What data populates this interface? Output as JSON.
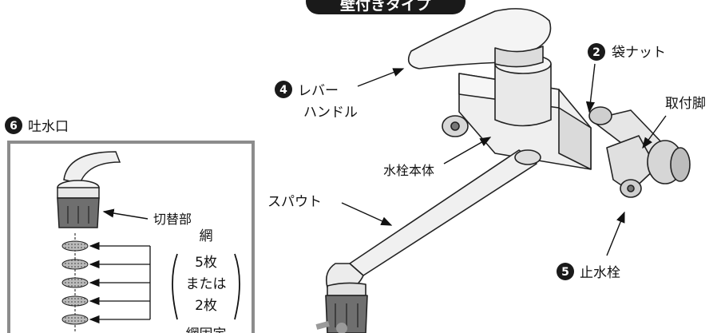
{
  "title": "壁付きタイプ",
  "callouts": {
    "c2": {
      "num": "2",
      "label": "袋ナット"
    },
    "c4": {
      "num": "4",
      "line1": "レバー",
      "line2": "ハンドル"
    },
    "c5": {
      "num": "5",
      "label": "止水栓"
    },
    "c6": {
      "num": "6",
      "label": "吐水口"
    }
  },
  "labels": {
    "mounting_leg": "取付脚",
    "faucet_body": "水栓本体",
    "spout": "スパウト",
    "switch_part": "切替部"
  },
  "mesh_note": {
    "line1": "網",
    "line2": "5枚",
    "line3": "または",
    "line4": "2枚",
    "line5": "網固定"
  },
  "colors": {
    "callout_fill": "#1a1a1a",
    "panel_border": "#8c8c8c",
    "faucet_fill": "#efefef",
    "cap_fill": "#6f6f6f",
    "mesh_fill": "#9a9a9a"
  }
}
